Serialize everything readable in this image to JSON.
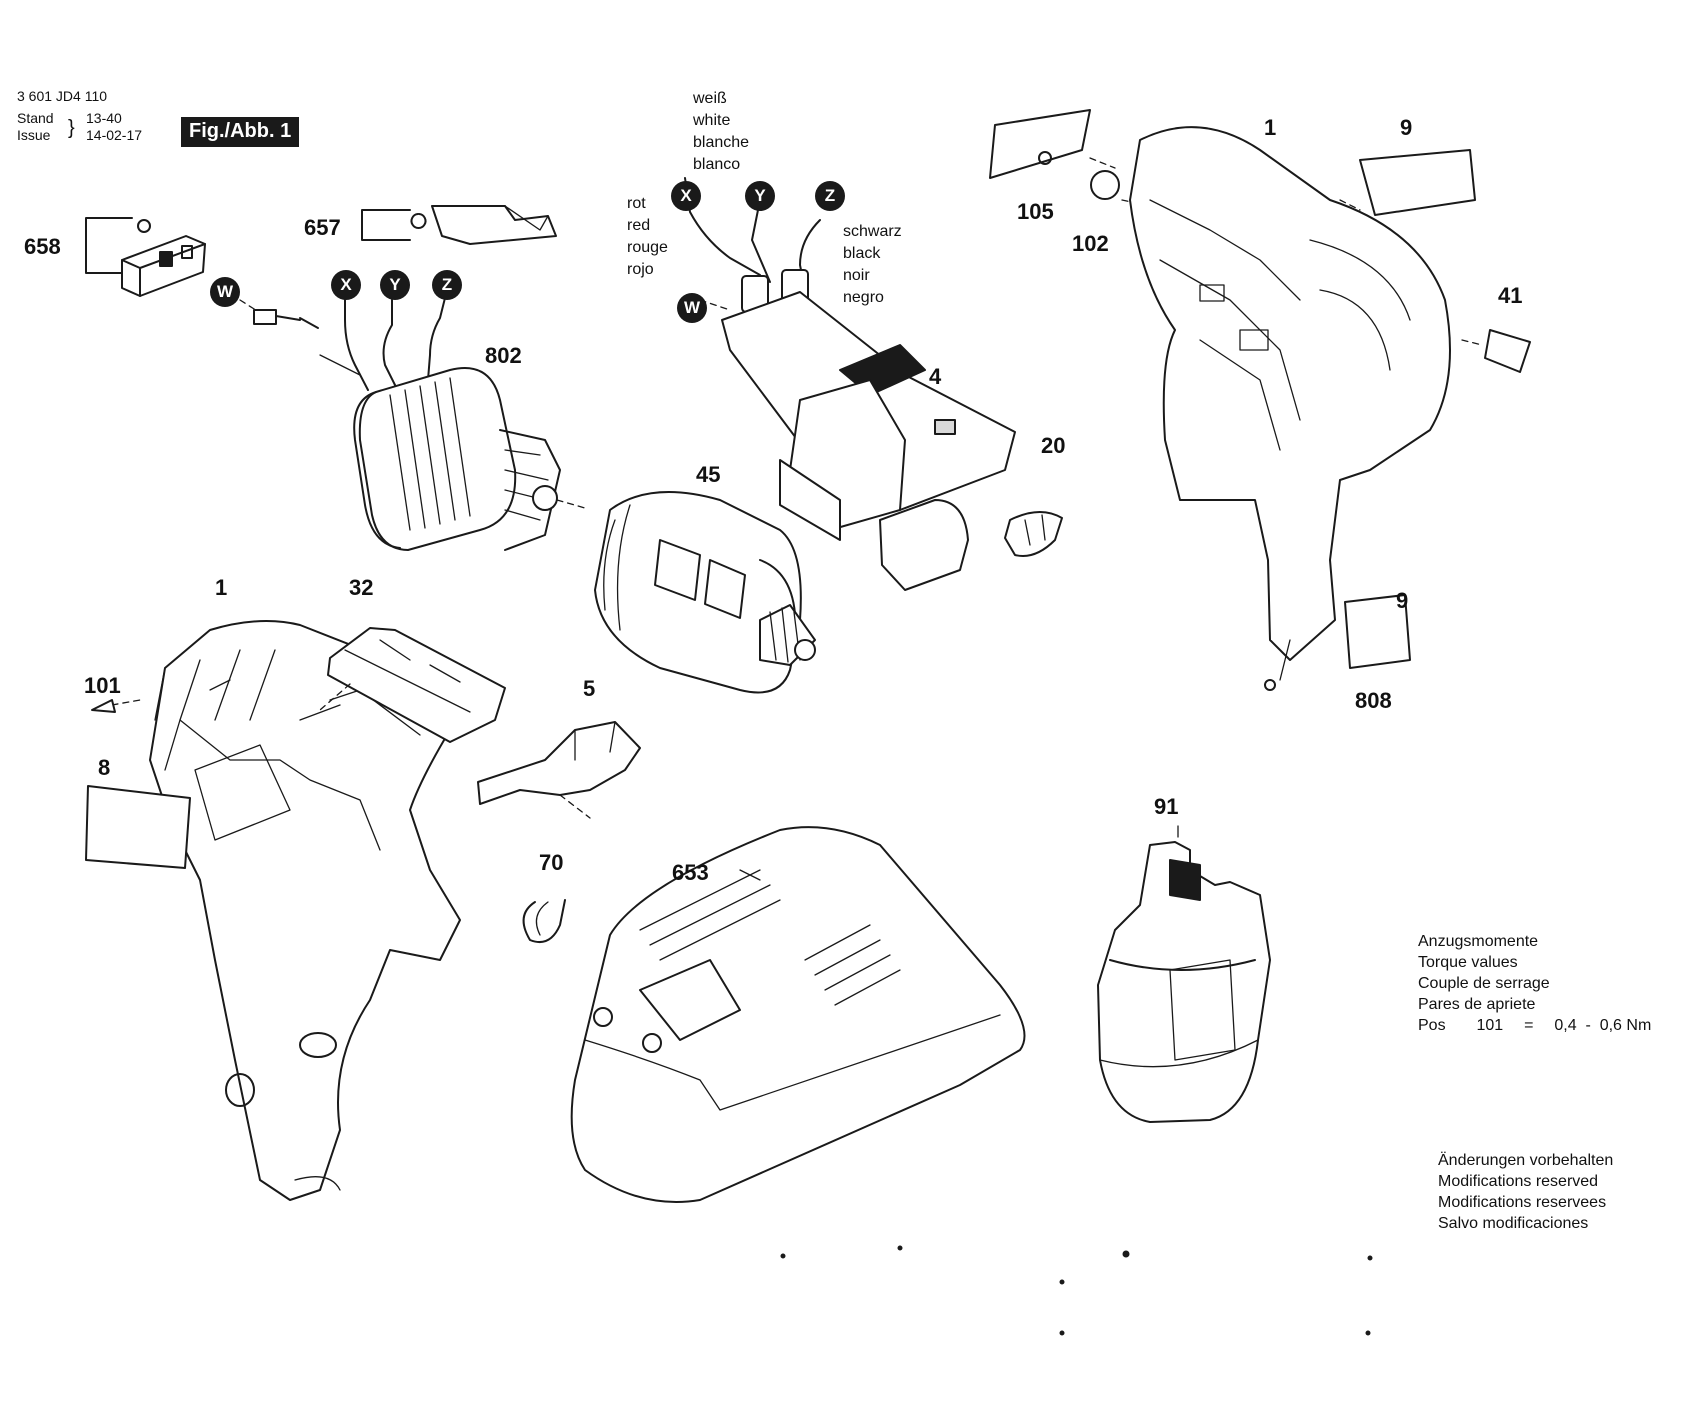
{
  "header": {
    "part_number": "3 601 JD4 110",
    "stand_label": "Stand",
    "issue_label": "Issue",
    "stand_value": "13-40",
    "issue_value": "14-02-17",
    "figure_label": "Fig./Abb. 1"
  },
  "wire_colors": {
    "white": [
      "weiß",
      "white",
      "blanche",
      "blanco"
    ],
    "red": [
      "rot",
      "red",
      "rouge",
      "rojo"
    ],
    "black": [
      "schwarz",
      "black",
      "noir",
      "negro"
    ]
  },
  "connectors": {
    "x": "X",
    "y": "Y",
    "z": "Z",
    "w": "W"
  },
  "part_labels": {
    "p658": "658",
    "p657": "657",
    "p802": "802",
    "p105": "105",
    "p102": "102",
    "p1_right": "1",
    "p9_top": "9",
    "p41": "41",
    "p4": "4",
    "p20": "20",
    "p45": "45",
    "p9_bottom": "9",
    "p808": "808",
    "p1_left": "1",
    "p32": "32",
    "p101": "101",
    "p8": "8",
    "p5": "5",
    "p70": "70",
    "p653": "653",
    "p91": "91"
  },
  "torque": {
    "lines": [
      "Anzugsmomente",
      "Torque values",
      "Couple de serrage",
      "Pares de apriete"
    ],
    "pos_label": "Pos",
    "pos_value": "101",
    "equals": "=",
    "range": "0,4  -  0,6 Nm"
  },
  "modifications": [
    "Änderungen vorbehalten",
    "Modifications reserved",
    "Modifications reservees",
    "Salvo modificaciones"
  ]
}
